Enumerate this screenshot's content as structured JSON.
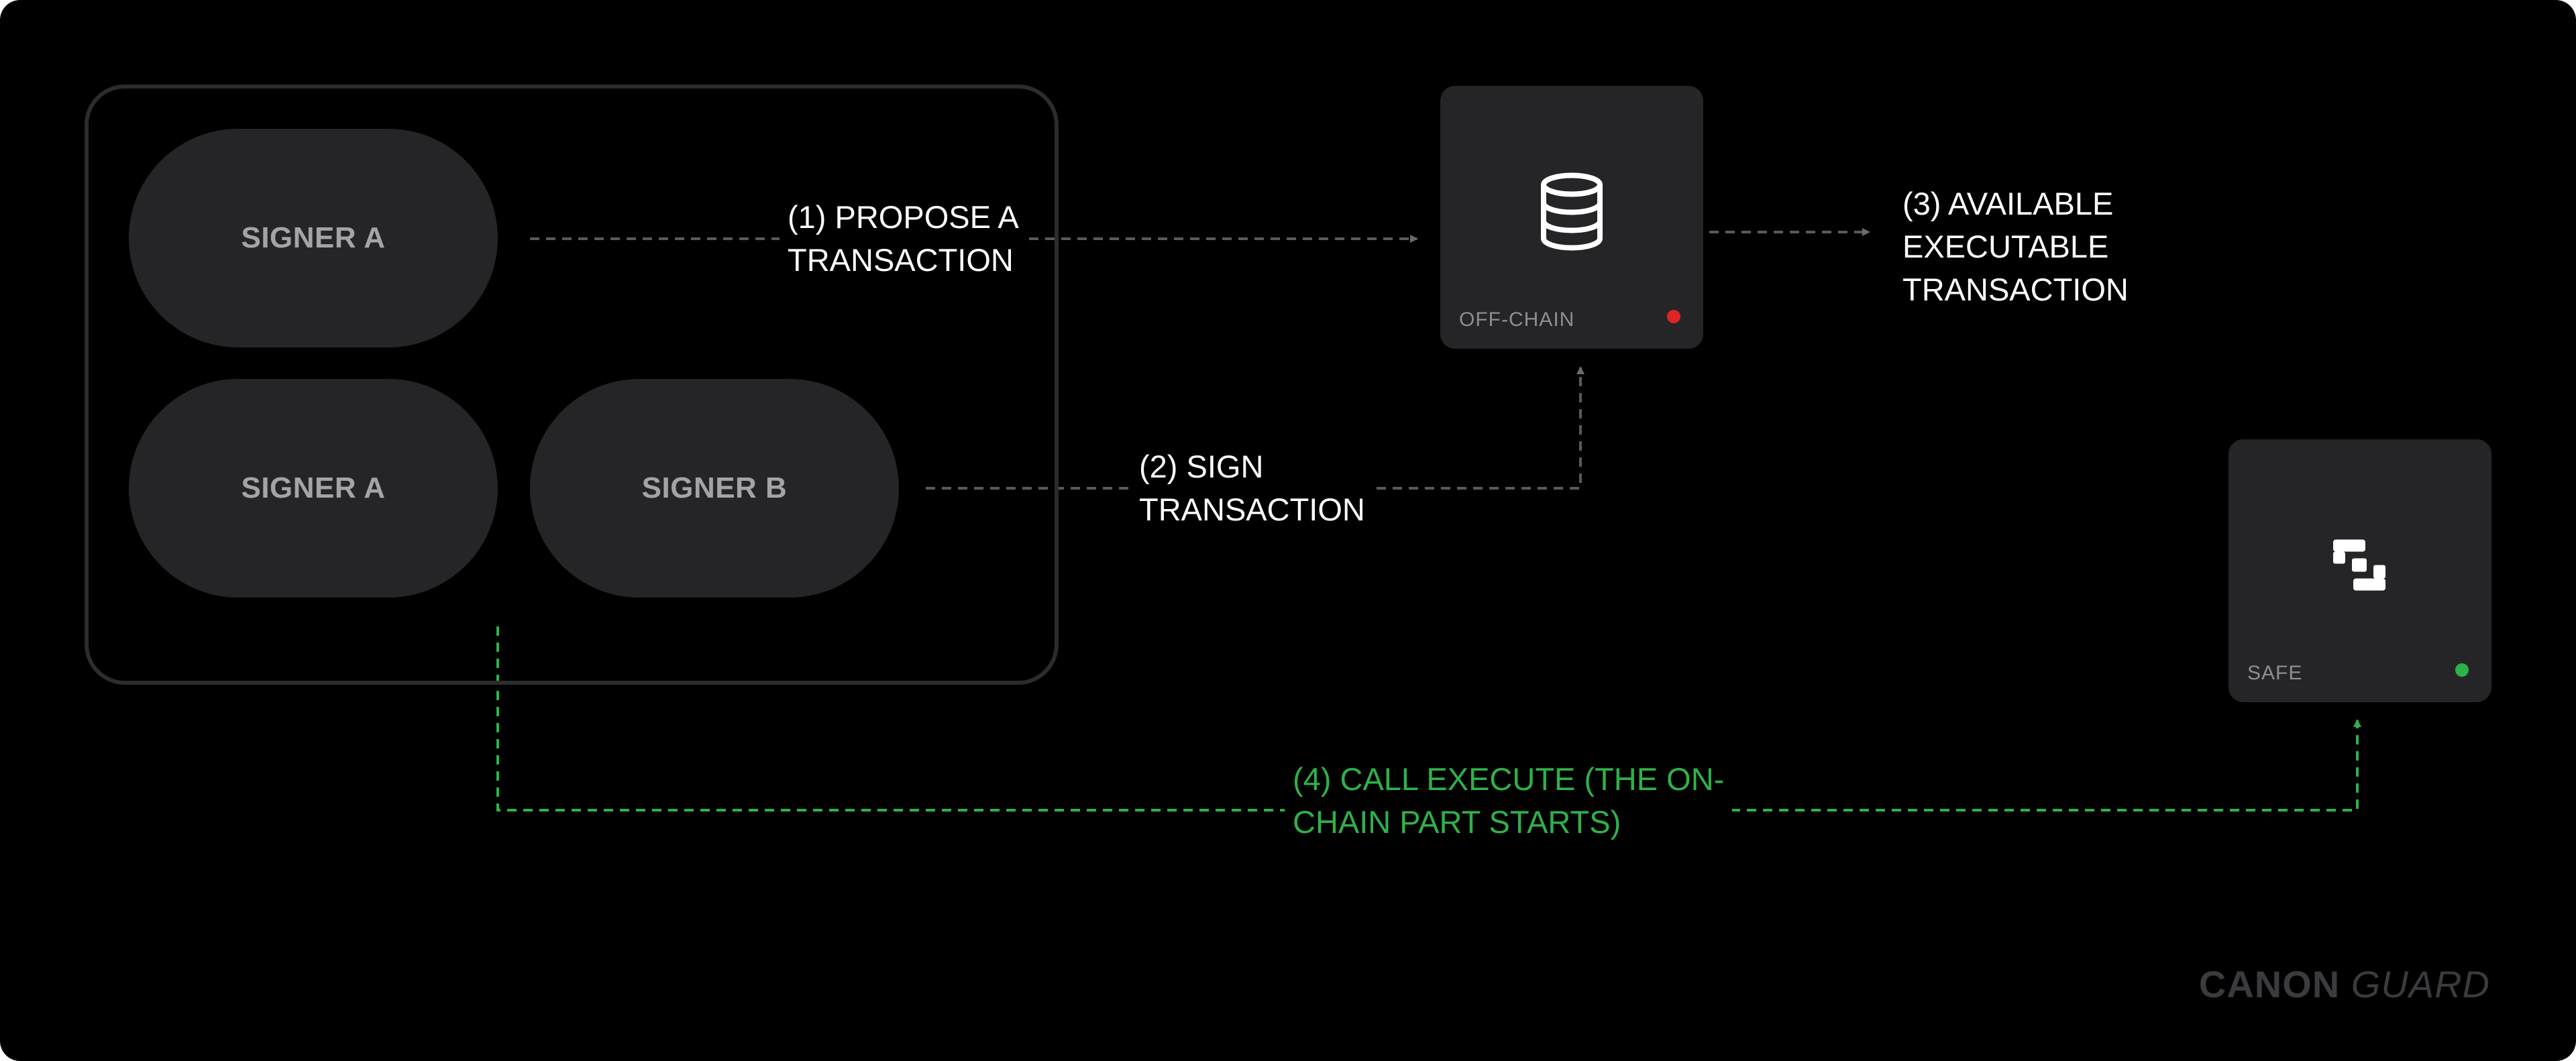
{
  "group": {
    "signers": [
      {
        "label": "SIGNER A"
      },
      {
        "label": "SIGNER A"
      },
      {
        "label": "SIGNER B"
      }
    ]
  },
  "nodes": {
    "offchain": {
      "label": "OFF-CHAIN",
      "icon": "database-icon",
      "dot_color": "#e02424"
    },
    "safe": {
      "label": "SAFE",
      "icon": "safe-logo-icon",
      "dot_color": "#2fb14a"
    }
  },
  "steps": [
    {
      "text": "(1) PROPOSE A\nTRANSACTION",
      "color": "#ffffff"
    },
    {
      "text": "(2) SIGN\nTRANSACTION",
      "color": "#ffffff"
    },
    {
      "text": "(3) AVAILABLE\nEXECUTABLE\nTRANSACTION",
      "color": "#ffffff"
    },
    {
      "text": "(4) CALL EXECUTE (THE ON-\nCHAIN PART STARTS)",
      "color": "#2fb14a"
    }
  ],
  "brand": {
    "bold": "CANON",
    "italic": "GUARD"
  },
  "colors": {
    "background": "#000000",
    "card": "#252528",
    "connector": "#5a5a5e",
    "onchain": "#2fb14a"
  }
}
